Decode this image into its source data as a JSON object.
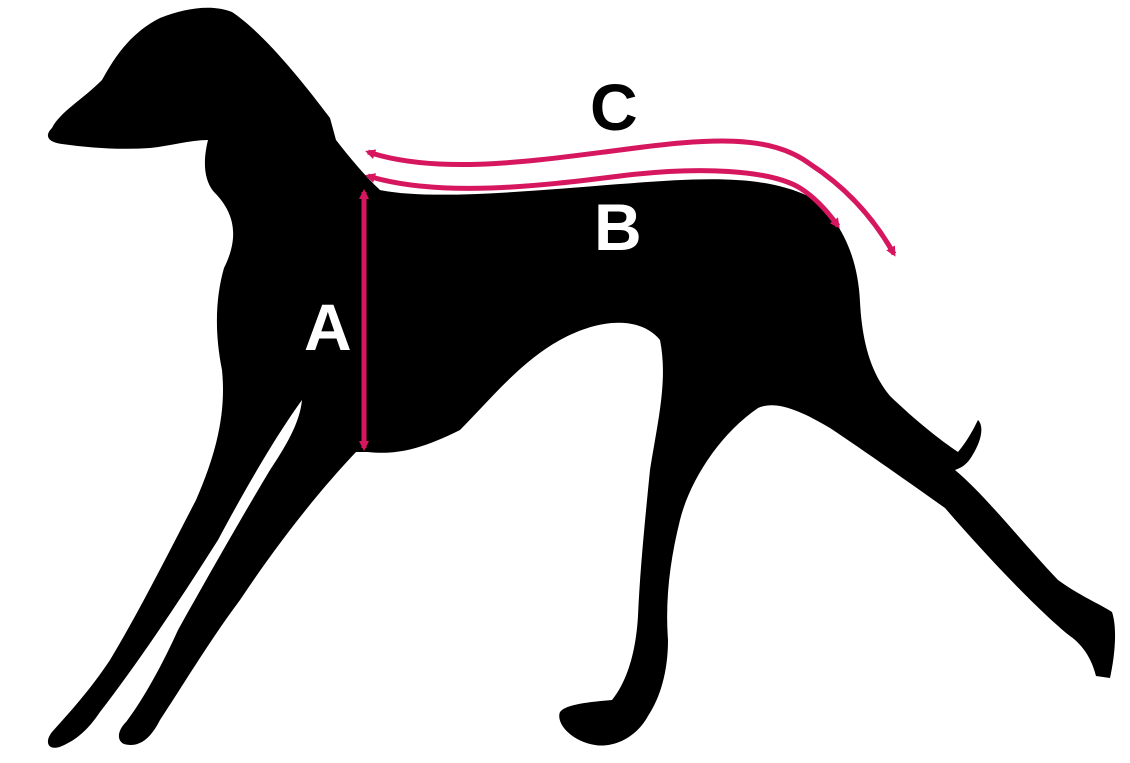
{
  "labels": {
    "a": "A",
    "b": "B",
    "c": "C"
  },
  "colors": {
    "silhouette": "#000000",
    "arrow": "#d6175f",
    "label_on_dark": "#ffffff",
    "label_on_light": "#000000",
    "background": "#ffffff"
  },
  "icons": {
    "figure": "dog-silhouette-icon",
    "measurements": [
      "arrow-a-chest-depth",
      "arrow-b-back-length",
      "arrow-c-outer-back-length"
    ]
  }
}
